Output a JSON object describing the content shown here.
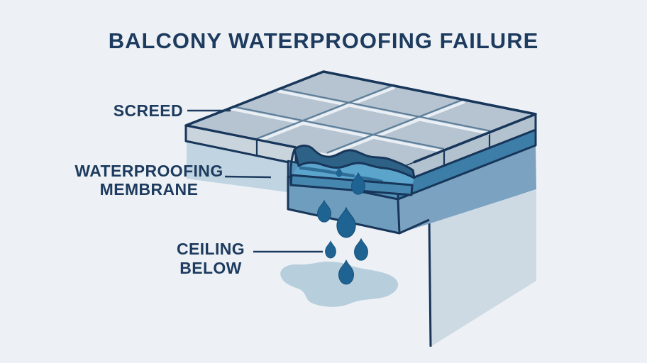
{
  "title": "BALCONY WATERPROOFING FAILURE",
  "labels": {
    "screed": "SCREED",
    "membrane_line1": "WATERPROOFING",
    "membrane_line2": "MEMBRANE",
    "ceiling_line1": "CEILING",
    "ceiling_line2": "BELOW"
  },
  "diagram": {
    "type": "cutaway-illustration",
    "subject": "Balcony waterproofing failure",
    "layers_labeled": [
      "screed",
      "waterproofing membrane",
      "ceiling below"
    ],
    "tile_grid": "3x3",
    "failure": "breach in screed with ponding water leaking through membrane",
    "water_drop_count": 6,
    "has_puddle_on_ceiling": true
  },
  "colors": {
    "bg": "#edf1f5",
    "ink": "#1d3b5e",
    "outline": "#17365a",
    "tile": "#b6c4d1",
    "tileGrout": "#5d7f9a",
    "tileHighlight": "#e9eff4",
    "screedFront": "#c9d4dd",
    "screedSide": "#b3c2cf",
    "membraneFront": "#5793ba",
    "membraneSide": "#3d7ea9",
    "deckFront": "#6f9dbd",
    "deckSide": "#7ba2c0",
    "wall": "#cdd9e3",
    "shadow": "#c0d4e2",
    "poolWater": "#5ba4cc",
    "poolDark": "#2d6286",
    "waterStreak": "#2e6d96",
    "drop": "#1f6392",
    "dropEdge": "#17517c",
    "puddle": "#b7cedd"
  }
}
